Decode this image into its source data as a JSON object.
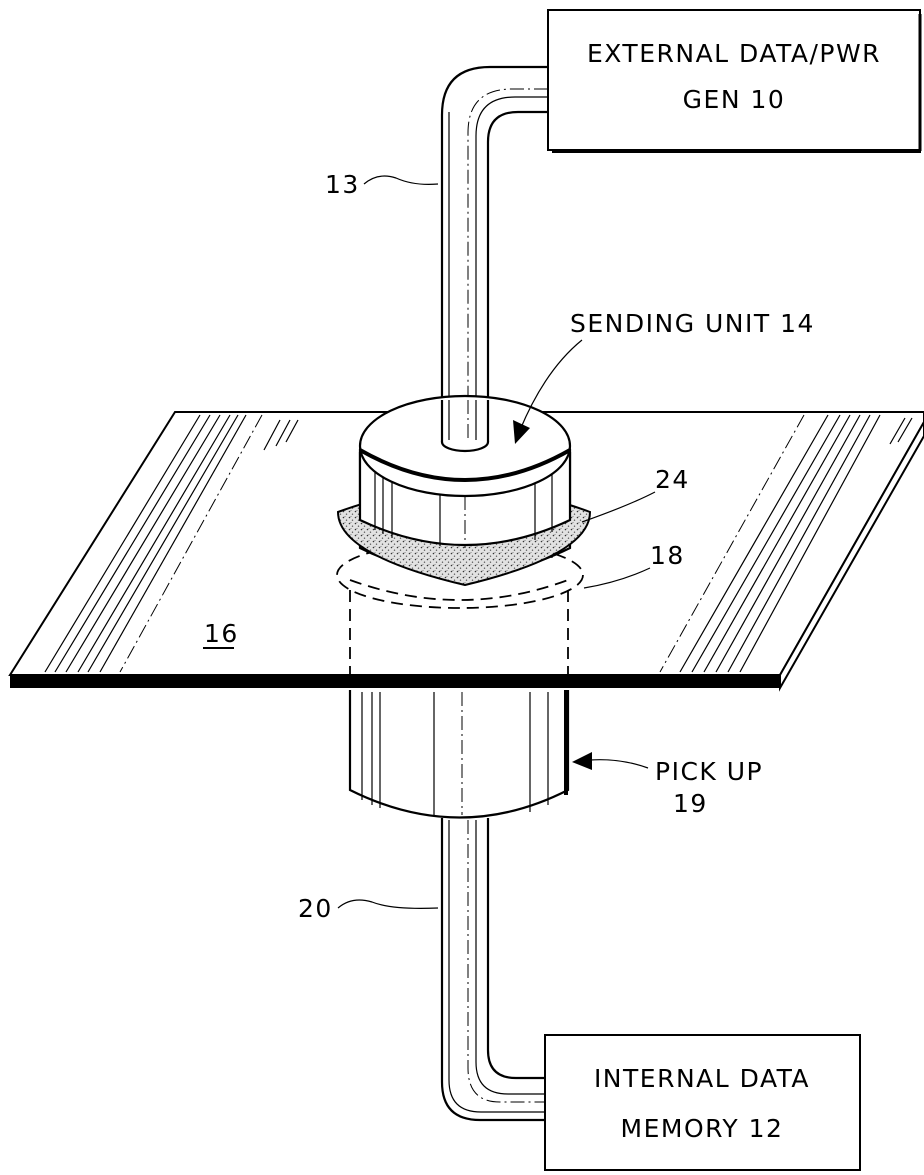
{
  "components": {
    "external_box": {
      "line1": "EXTERNAL DATA/PWR",
      "line2": "GEN 10"
    },
    "internal_box": {
      "line1": "INTERNAL DATA",
      "line2": "MEMORY 12"
    },
    "sending_unit": {
      "label": "SENDING UNIT 14"
    },
    "pickup": {
      "line1": "PICK UP",
      "line2": "19"
    }
  },
  "ref_numerals": {
    "cable_top": "13",
    "cable_bottom": "20",
    "ring": "24",
    "dashed_zone": "18",
    "panel": "16"
  }
}
